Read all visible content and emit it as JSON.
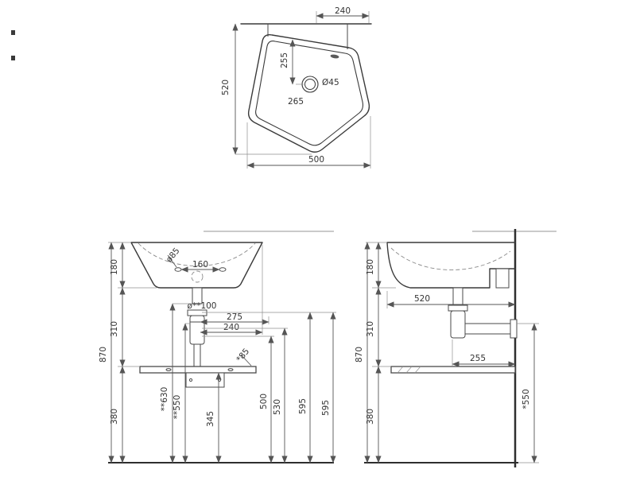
{
  "top_view": {
    "d240": "240",
    "d255": "255",
    "drain_label": "Ø45",
    "d265": "265",
    "d520": "520",
    "d500": "500"
  },
  "front_view": {
    "d180": "180",
    "d310": "310",
    "d870": "870",
    "d380": "380",
    "hole_dia": "ø85",
    "d160": "160",
    "siphon_dia": "ø**100",
    "d275": "275",
    "d240": "240",
    "d85": "*85",
    "d630": "**630",
    "d550": "**550",
    "d345": "345",
    "d500": "500",
    "d530": "530",
    "d595a": "595",
    "d595b": "595"
  },
  "side_view": {
    "d180": "180",
    "d310": "310",
    "d870": "870",
    "d380": "380",
    "d520": "520",
    "d255": "255",
    "d550": "*550"
  }
}
